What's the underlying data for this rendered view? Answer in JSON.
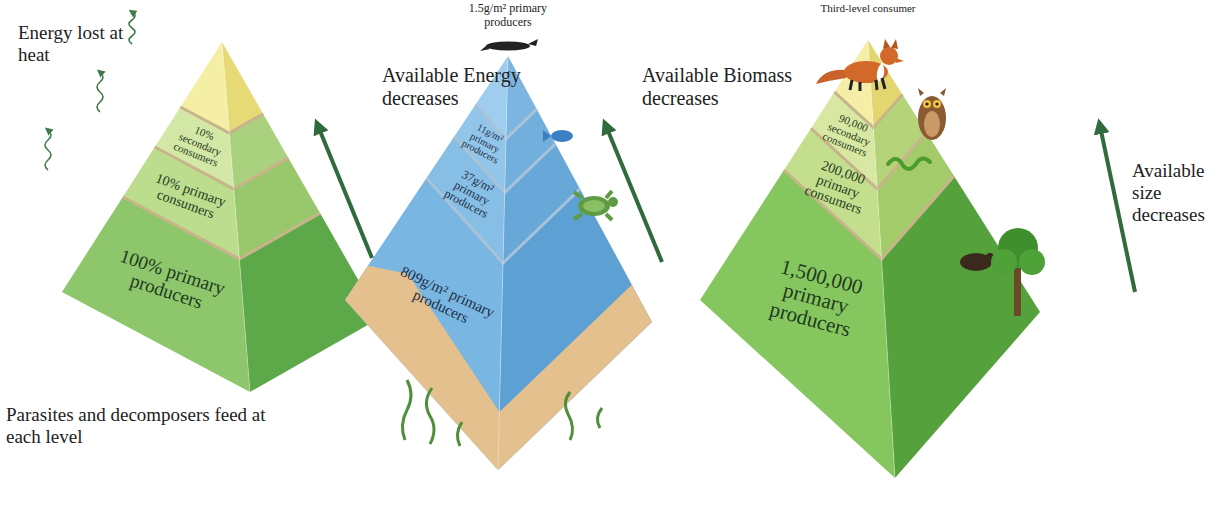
{
  "diagram": {
    "nodes": [
      {
        "text": [
          "10% secondary consumers"
        ]
      },
      {
        "text": [
          "10% primary consumers"
        ]
      },
      {
        "text": [
          "100% primary producers"
        ]
      },
      {
        "text": [
          "11g/m² primary producers"
        ]
      },
      {
        "text": [
          "37g/m² primary producers"
        ]
      },
      {
        "text": [
          "809g/m² primary producers"
        ]
      },
      {
        "text": [
          "90,000 secondary consumers"
        ]
      },
      {
        "text": [
          "200,000 primary consumers"
        ]
      },
      {
        "text": [
          "1,500,000 primary producers"
        ]
      }
    ],
    "labels": [
      "Energy lost at heat",
      "Available Energy decreases",
      "Parasites and decomposers feed at each level",
      "1.5g/m² primary producers",
      "Available Biomass decreases",
      "Third-level consumer",
      "Available size decreases"
    ]
  }
}
